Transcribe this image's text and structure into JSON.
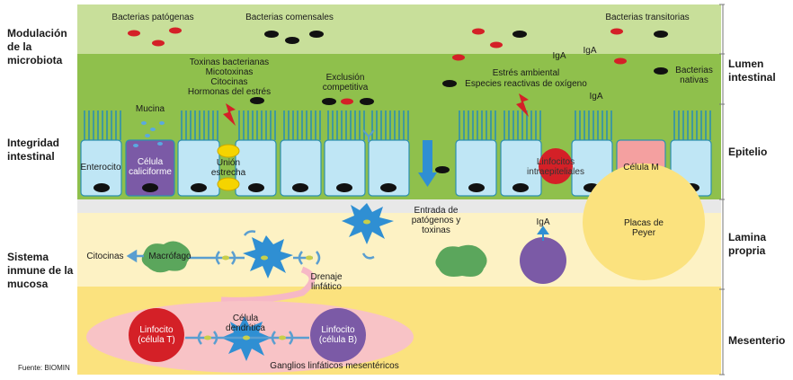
{
  "left_labels": {
    "modulation": "Modulación de la microbiota",
    "integrity": "Integridad intestinal",
    "immune": "Sistema inmune de la mucosa"
  },
  "right_labels": {
    "epitelio": "Epitelio",
    "lumen": "Lumen intestinal",
    "lamina": "Lamina propria",
    "mesenterio": "Mesenterio"
  },
  "lumen_labels": {
    "patogenas": "Bacterias patógenas",
    "comensales": "Bacterias comensales",
    "transitorias": "Bacterias transitorias",
    "nativas": "Bacterias nativas",
    "toxinas": "Toxinas bacterianas",
    "micotoxinas": "Micotoxinas",
    "citocinas_top": "Citocinas",
    "hormonas": "Hormonas del estrés",
    "exclusion": "Exclusión competitiva",
    "estres": "Estrés ambiental",
    "especies": "Especies reactivas de oxígeno",
    "iga1": "IgA",
    "iga2": "IgA",
    "iga3": "IgA",
    "mucina": "Mucina"
  },
  "cell_labels": {
    "enterocito": "Enterocito",
    "caliciforme": "Célula caliciforme",
    "union": "Unión estrecha",
    "linfocitos_intra": "Linfocitos intraepiteliales",
    "celula_m": "Célula M"
  },
  "immune_labels": {
    "citocinas": "Citocinas",
    "macrofago": "Macrófago",
    "drenaje": "Drenaje linfático",
    "entrada": "Entrada de patógenos y toxinas",
    "iga": "IgA",
    "placas": "Placas de Peyer",
    "linfocito_t": "Linfocito (célula T)",
    "dendritica": "Célula dendrítica",
    "linfocito_b": "Linfocito (célula B)",
    "ganglios": "Ganglios linfáticos mesentéricos"
  },
  "source": "Fuente: BIOMIN",
  "colors": {
    "lumen_band": "#c8df9a",
    "epithelium_band": "#8fc04c",
    "lamina_band": "#fdf2c4",
    "mesenterio_band": "#fbe27e",
    "cell": "#bfe6f5",
    "goblet": "#7b5aa6",
    "m_cell": "#f4a0a0",
    "red": "#d42027",
    "purple": "#7b5aa6",
    "green_cell": "#5ba65c",
    "blue_cell": "#2f8fd3",
    "peyer": "#fbe27e"
  }
}
